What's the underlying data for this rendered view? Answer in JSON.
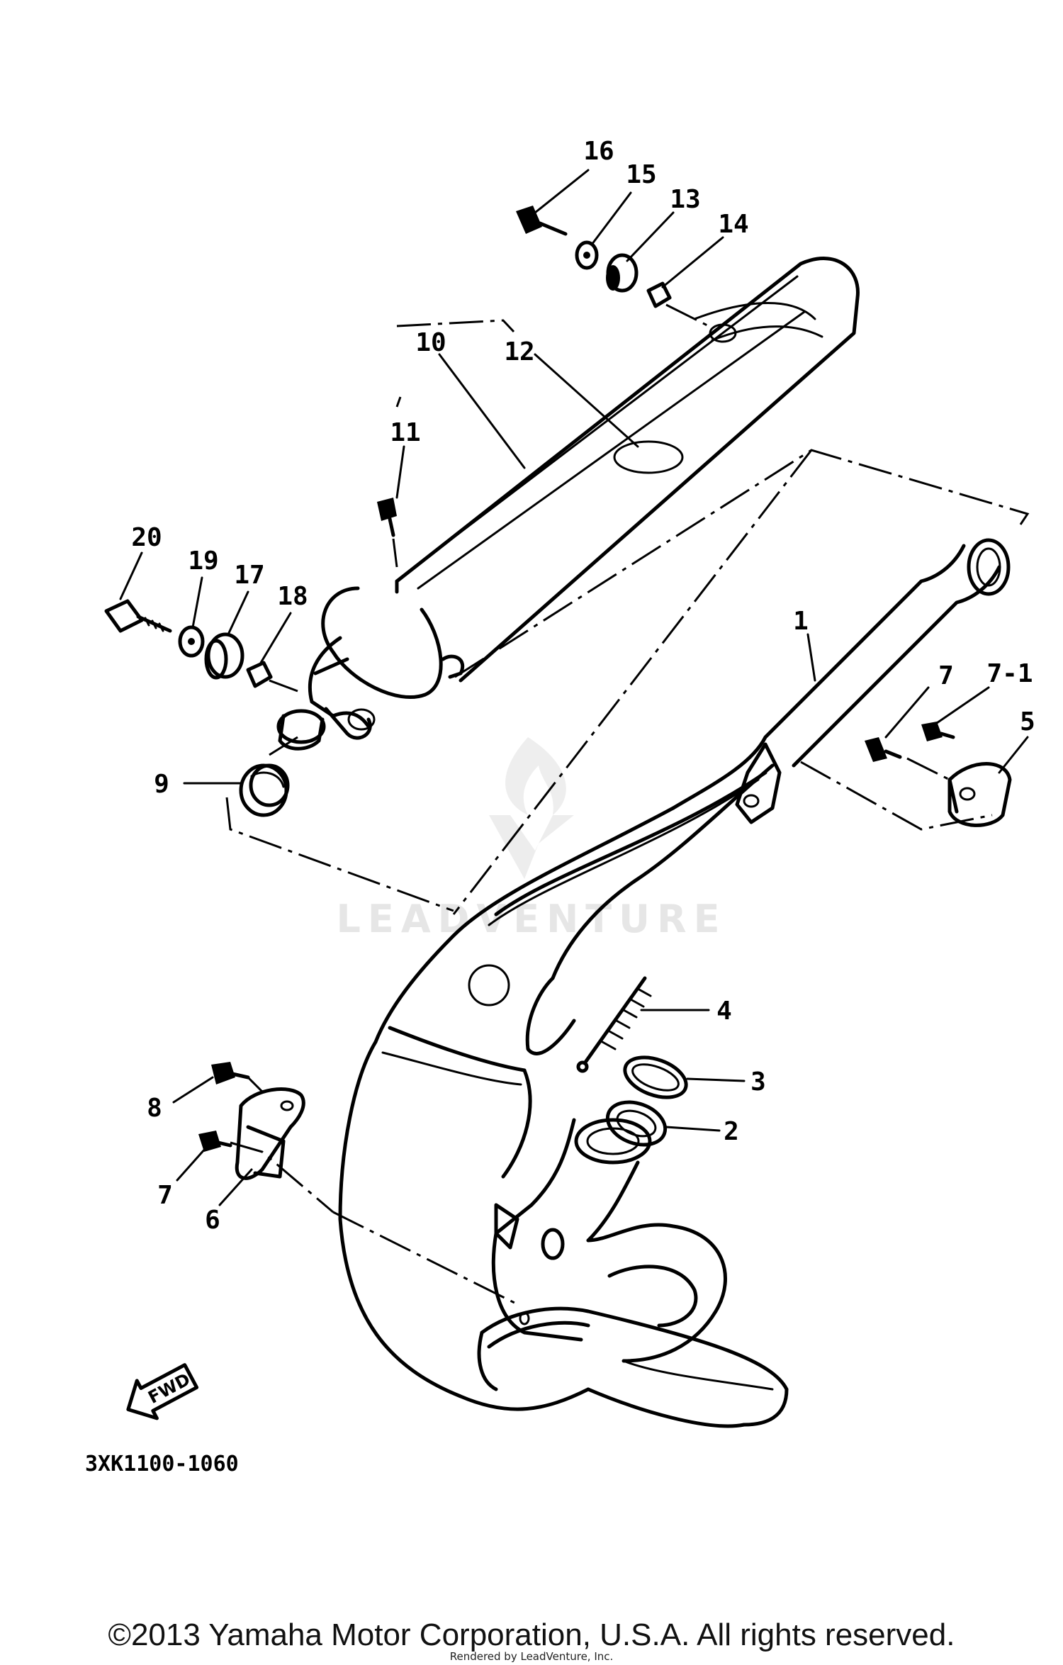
{
  "diagram": {
    "callouts": [
      "16",
      "15",
      "13",
      "14",
      "10",
      "12",
      "11",
      "20",
      "19",
      "17",
      "18",
      "1",
      "7",
      "7-1",
      "5",
      "9",
      "4",
      "3",
      "2",
      "8",
      "7",
      "6"
    ],
    "part_code": "3XK1100-1060",
    "fwd_label": "FWD",
    "watermark": "LEADVENTURE",
    "copyright": "©2013 Yamaha Motor Corporation, U.S.A. All rights reserved.",
    "rendered_by": "Rendered by LeadVenture, Inc."
  },
  "icons": {
    "forward_arrow": "fwd-arrow-icon",
    "watermark_logo": "leadventure-logo-icon"
  }
}
